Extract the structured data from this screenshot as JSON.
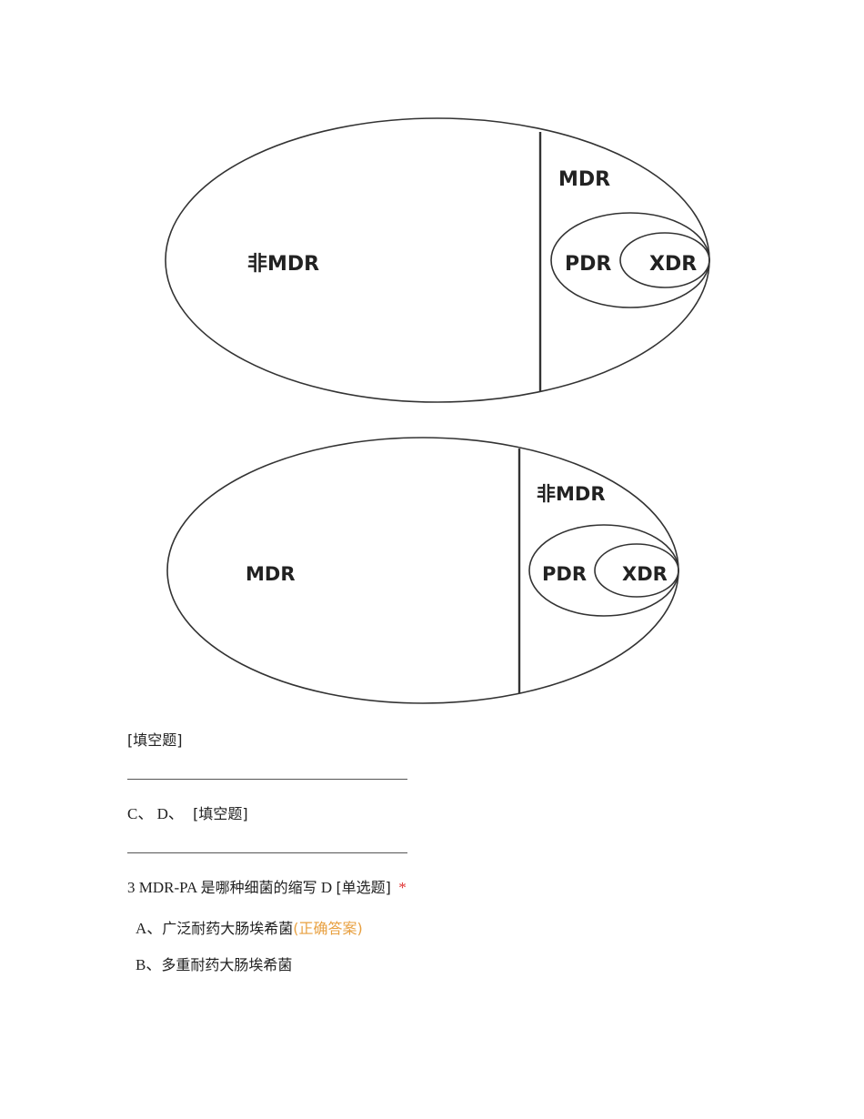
{
  "diagram1": {
    "left_region_label": "非MDR",
    "outer_right_label": "MDR",
    "middle_label": "PDR",
    "inner_label": "XDR"
  },
  "diagram2": {
    "left_region_label": "MDR",
    "outer_right_label": "非MDR",
    "middle_label": "PDR",
    "inner_label": "XDR"
  },
  "blank1": {
    "type_tag": "[填空题]",
    "answer_value": ""
  },
  "blank2": {
    "prefix": "C、 D、",
    "type_tag": "[填空题]",
    "answer_value": ""
  },
  "question3": {
    "number": "3",
    "text_latin": "MDR-PA",
    "text_cjk": "是哪种细菌的缩写",
    "answer_letter": "D",
    "type_tag": "[单选题]",
    "required_mark": "*",
    "options": [
      {
        "letter": "A、",
        "text": "广泛耐药大肠埃希菌",
        "note": "(正确答案)"
      },
      {
        "letter": "B、",
        "text": "多重耐药大肠埃希菌",
        "note": ""
      }
    ]
  },
  "colors": {
    "required": "#e03030",
    "correct_answer": "#e8a040",
    "text": "#222222"
  }
}
